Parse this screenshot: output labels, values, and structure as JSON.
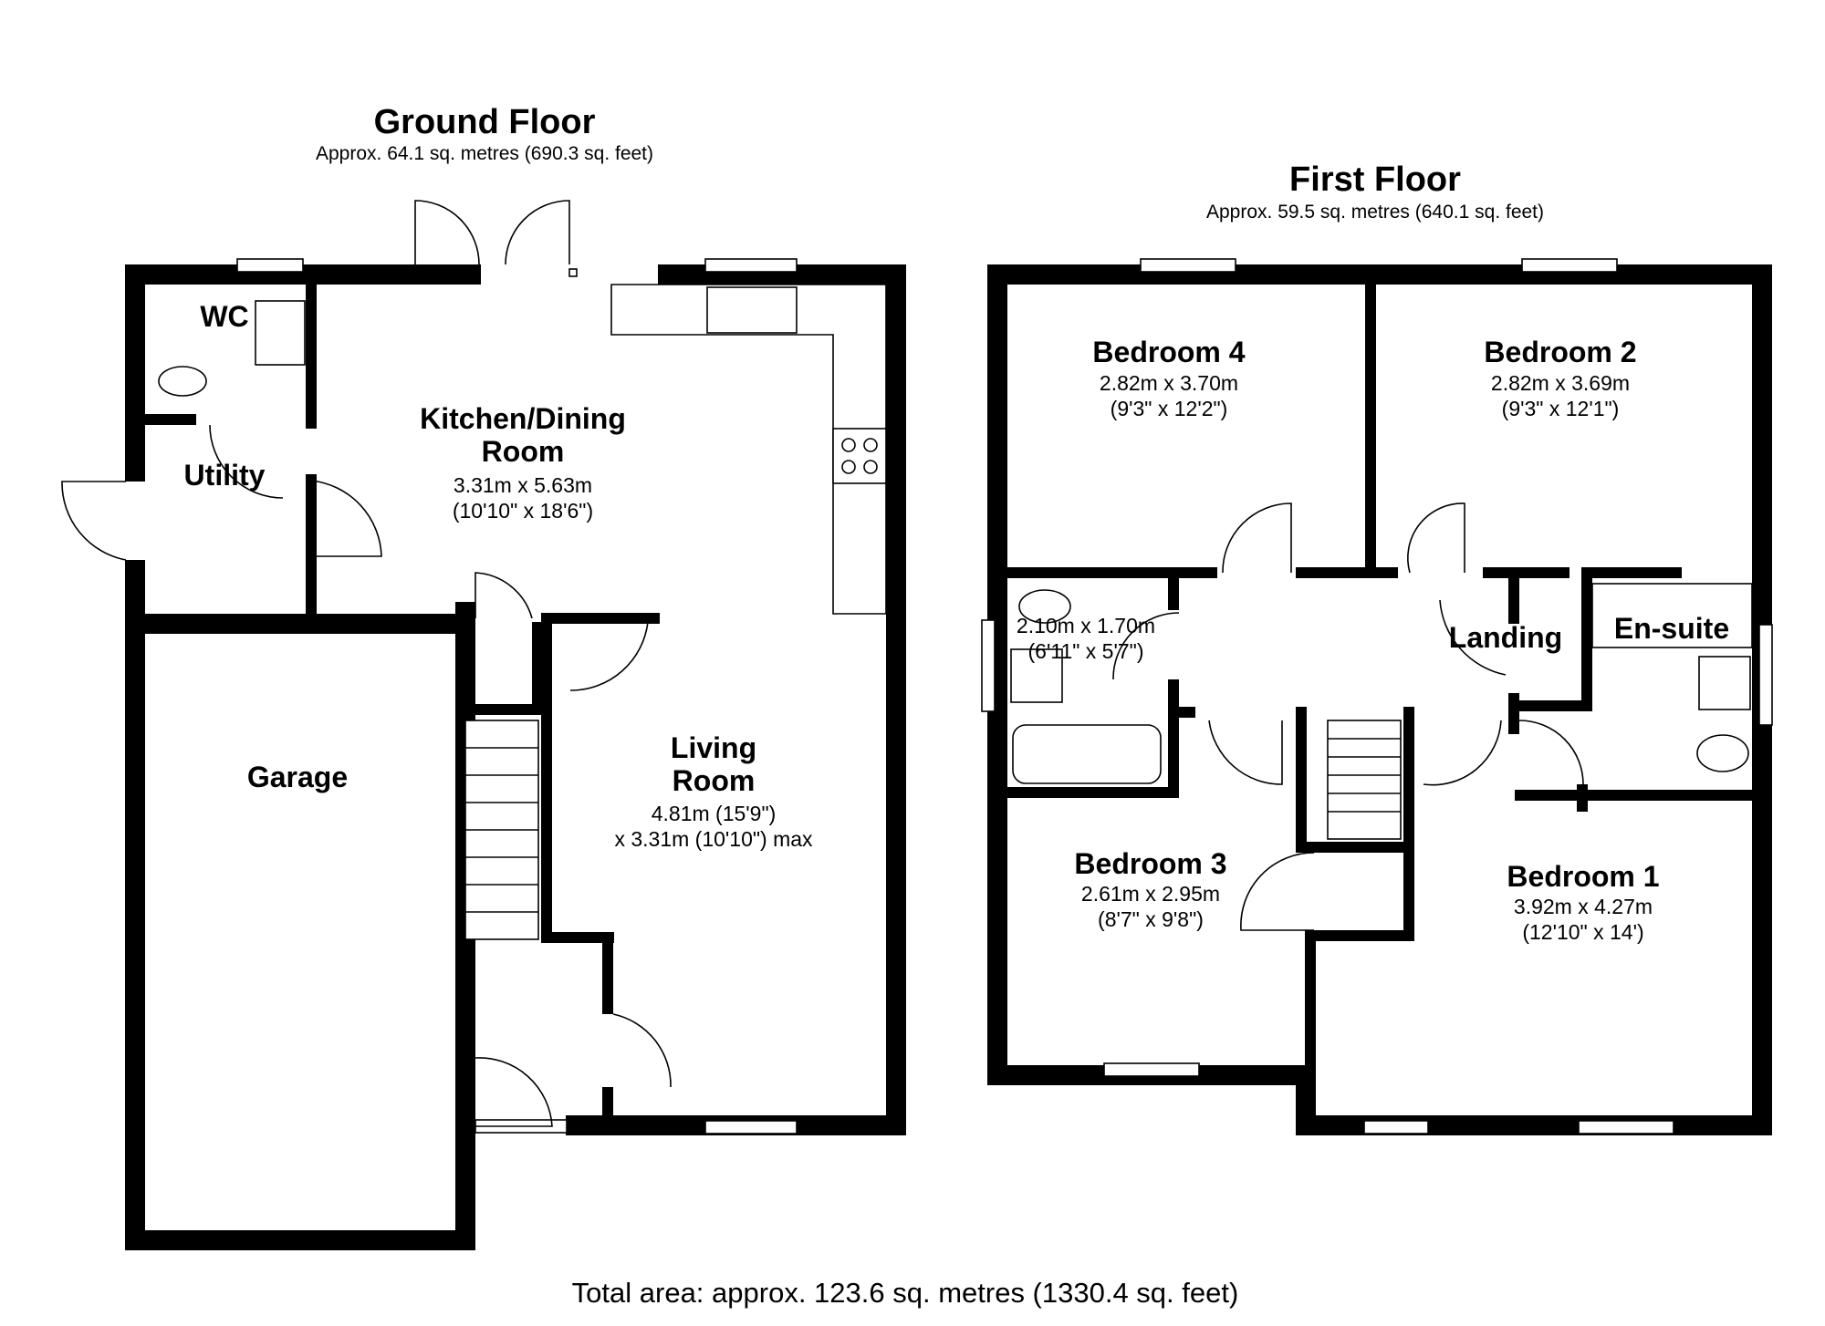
{
  "ground_floor": {
    "title": "Ground Floor",
    "area": "Approx. 64.1 sq. metres (690.3 sq. feet)",
    "rooms": {
      "wc": {
        "name": "WC"
      },
      "utility": {
        "name": "Utility"
      },
      "kitchen": {
        "name_line1": "Kitchen/Dining",
        "name_line2": "Room",
        "dim1": "3.31m x 5.63m",
        "dim2": "(10'10\" x 18'6\")"
      },
      "garage": {
        "name": "Garage"
      },
      "living": {
        "name_line1": "Living",
        "name_line2": "Room",
        "dim1": "4.81m (15'9\")",
        "dim2": "x 3.31m (10'10\") max"
      }
    }
  },
  "first_floor": {
    "title": "First Floor",
    "area": "Approx. 59.5 sq. metres (640.1 sq. feet)",
    "rooms": {
      "bedroom4": {
        "name": "Bedroom 4",
        "dim1": "2.82m x 3.70m",
        "dim2": "(9'3\" x 12'2\")"
      },
      "bedroom2": {
        "name": "Bedroom 2",
        "dim1": "2.82m x 3.69m",
        "dim2": "(9'3\" x 12'1\")"
      },
      "bathroom": {
        "dim1": "2.10m x 1.70m",
        "dim2": "(6'11\" x 5'7\")"
      },
      "landing": {
        "name": "Landing"
      },
      "ensuite": {
        "name": "En-suite"
      },
      "bedroom3": {
        "name": "Bedroom 3",
        "dim1": "2.61m x 2.95m",
        "dim2": "(8'7\" x 9'8\")"
      },
      "bedroom1": {
        "name": "Bedroom 1",
        "dim1": "3.92m x 4.27m",
        "dim2": "(12'10\" x 14')"
      }
    }
  },
  "total_area": "Total area: approx. 123.6 sq. metres (1330.4 sq. feet)"
}
